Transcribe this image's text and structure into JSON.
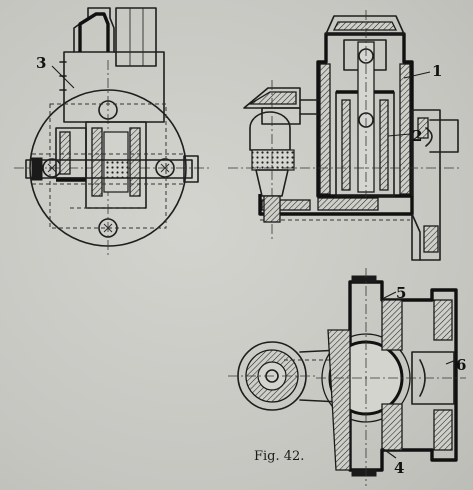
{
  "figure": {
    "caption": "Fig. 42.",
    "callouts": {
      "c1": "1",
      "c2": "2",
      "c3": "3",
      "c4": "4",
      "c5": "5",
      "c6": "6"
    }
  },
  "colors": {
    "paper": "#c9c9c4",
    "ink": "#1a1a1a"
  }
}
